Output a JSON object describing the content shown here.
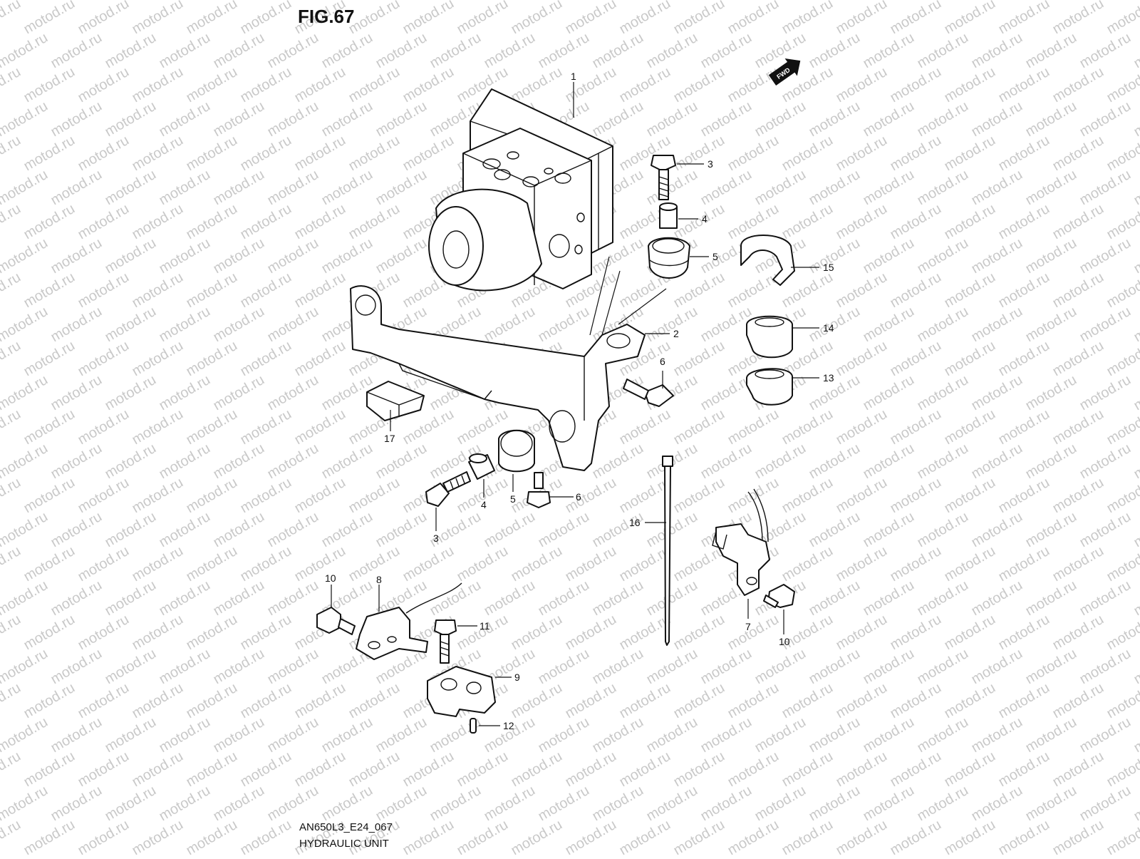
{
  "figure": {
    "title": "FIG.67",
    "code": "AN650L3_E24_067",
    "name": "HYDRAULIC UNIT",
    "fwd_label": "FWD",
    "watermark": "motod.ru"
  },
  "callouts": {
    "c1": "1",
    "c2": "2",
    "c3a": "3",
    "c3b": "3",
    "c4a": "4",
    "c4b": "4",
    "c5a": "5",
    "c5b": "5",
    "c6a": "6",
    "c6b": "6",
    "c7": "7",
    "c8": "8",
    "c9": "9",
    "c10a": "10",
    "c10b": "10",
    "c11": "11",
    "c12": "12",
    "c13": "13",
    "c14": "14",
    "c15": "15",
    "c16": "16",
    "c17": "17"
  },
  "colors": {
    "line": "#111111",
    "watermark": "#c9c9c9",
    "background": "#ffffff"
  }
}
